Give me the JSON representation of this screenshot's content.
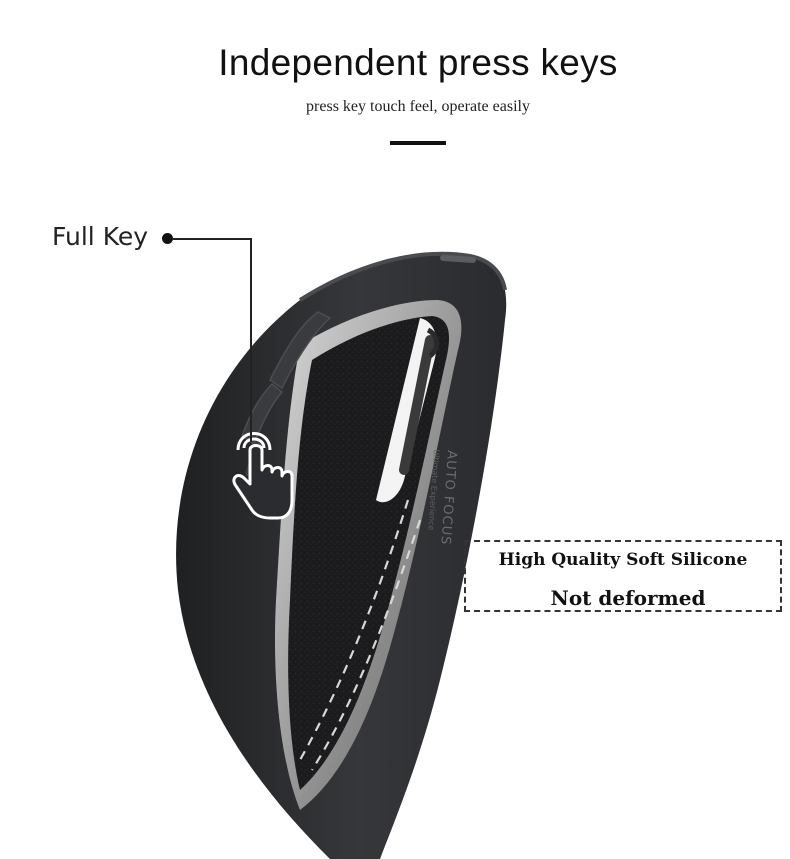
{
  "heading": {
    "title": "Independent press keys",
    "subtitle": "press key touch feel, operate easily"
  },
  "callout": {
    "label": "Full Key"
  },
  "quality_box": {
    "line1": "High Quality Soft Silicone",
    "line2": "Not deformed"
  },
  "product": {
    "engraving_line1": "AUTO FOCUS",
    "engraving_line2": "Ultimate Experience"
  },
  "colors": {
    "case_body": "#2a2b2d",
    "case_edge": "#3b3c3f",
    "leather": "#1c1c1e",
    "stitch": "#d8d8d8",
    "accent": "#111111"
  },
  "icons": {
    "tap": "finger-tap-icon",
    "callout_dot": "callout-dot-icon"
  }
}
